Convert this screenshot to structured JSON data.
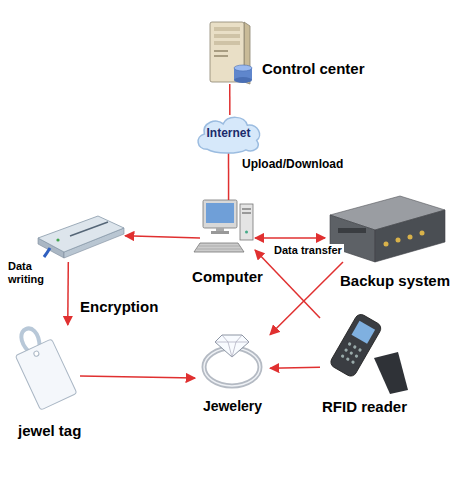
{
  "diagram": {
    "nodes": [
      {
        "text": [
          "Control center"
        ]
      },
      {
        "text": [
          "Internet"
        ]
      },
      {
        "text": [
          "Computer"
        ]
      },
      {
        "text": [
          "Data writing"
        ]
      },
      {
        "text": [
          "Backup system"
        ]
      },
      {
        "text": [
          "jewel tag"
        ]
      },
      {
        "text": [
          "Jewelery"
        ]
      },
      {
        "text": [
          "RFID reader"
        ]
      }
    ],
    "edges": [
      {
        "from": 0,
        "to": 1,
        "arrow": "none"
      },
      {
        "from": 1,
        "to": 2,
        "label": "Upload/Download",
        "arrow": "none"
      },
      {
        "from": 2,
        "to": 3,
        "arrow": "to"
      },
      {
        "from": 2,
        "to": 4,
        "label": "Data transfer",
        "arrow": "both"
      },
      {
        "from": 3,
        "to": 5,
        "label": "Encryption",
        "arrow": "to"
      },
      {
        "from": 5,
        "to": 6,
        "arrow": "to"
      },
      {
        "from": 7,
        "to": 6,
        "arrow": "to"
      },
      {
        "from": 4,
        "to": 6,
        "arrow": "to"
      },
      {
        "from": 7,
        "to": 2,
        "arrow": "to"
      }
    ]
  }
}
